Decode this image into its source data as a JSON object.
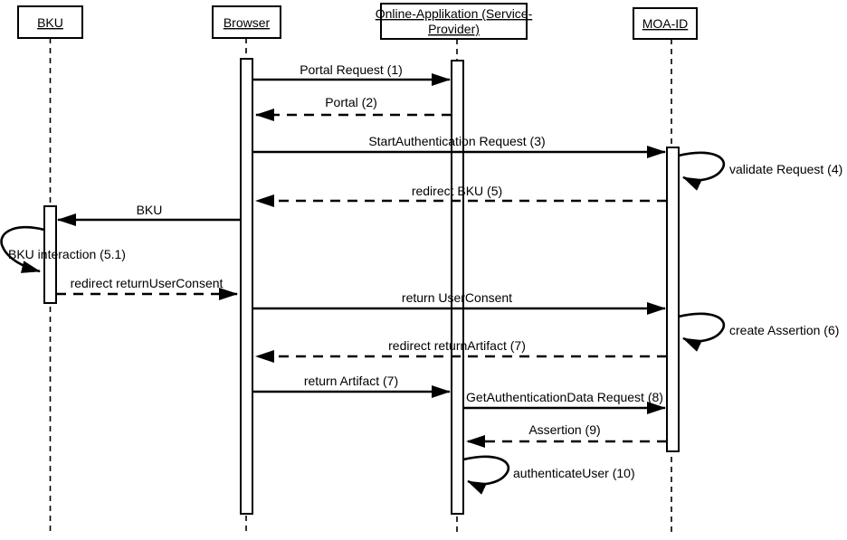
{
  "diagram": {
    "type": "uml-sequence-diagram",
    "colors": {
      "line": "#000000",
      "background": "#ffffff"
    },
    "participants": [
      {
        "id": "bku",
        "label": "BKU"
      },
      {
        "id": "browser",
        "label": "Browser"
      },
      {
        "id": "online-app",
        "label_line1": "Online-Applikation (Service-",
        "label_line2": "Provider)"
      },
      {
        "id": "moa-id",
        "label": "MOA-ID"
      }
    ],
    "messages": [
      {
        "label": "Portal Request (1)",
        "from": "Browser",
        "to": "Online-Applikation (Service-Provider)",
        "type": "solid"
      },
      {
        "label": "Portal (2)",
        "from": "Online-Applikation (Service-Provider)",
        "to": "Browser",
        "type": "dashed"
      },
      {
        "label": "StartAuthentication Request (3)",
        "from": "Browser",
        "to": "MOA-ID",
        "type": "solid"
      },
      {
        "label": "validate Request (4)",
        "from": "MOA-ID",
        "to": "MOA-ID",
        "type": "self"
      },
      {
        "label": "redirect BKU (5)",
        "from": "MOA-ID",
        "to": "Browser",
        "type": "dashed"
      },
      {
        "label": "BKU",
        "from": "Browser",
        "to": "BKU",
        "type": "solid"
      },
      {
        "label": "BKU interaction (5.1)",
        "from": "BKU",
        "to": "BKU",
        "type": "self"
      },
      {
        "label": "redirect returnUserConsent",
        "from": "BKU",
        "to": "Browser",
        "type": "dashed"
      },
      {
        "label": "return UserConsent",
        "from": "Browser",
        "to": "MOA-ID",
        "type": "solid"
      },
      {
        "label": "create Assertion (6)",
        "from": "MOA-ID",
        "to": "MOA-ID",
        "type": "self"
      },
      {
        "label": "redirect returnArtifact (7)",
        "from": "MOA-ID",
        "to": "Browser",
        "type": "dashed"
      },
      {
        "label": "return Artifact (7)",
        "from": "Browser",
        "to": "Online-Applikation (Service-Provider)",
        "type": "solid"
      },
      {
        "label": "GetAuthenticationData Request (8)",
        "from": "Online-Applikation (Service-Provider)",
        "to": "MOA-ID",
        "type": "solid"
      },
      {
        "label": "Assertion (9)",
        "from": "MOA-ID",
        "to": "Online-Applikation (Service-Provider)",
        "type": "dashed"
      },
      {
        "label": "authenticateUser (10)",
        "from": "Online-Applikation (Service-Provider)",
        "to": "Online-Applikation (Service-Provider)",
        "type": "self"
      }
    ]
  }
}
